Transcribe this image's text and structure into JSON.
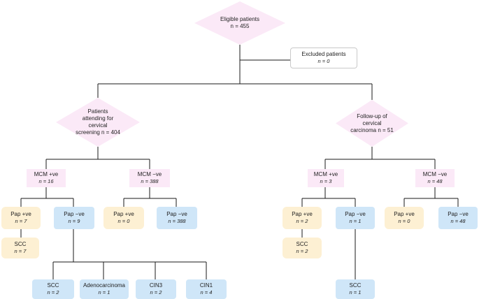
{
  "eligible": {
    "label": "Eligible patients",
    "n": "n = 455"
  },
  "excluded": {
    "label": "Excluded patients",
    "n": "n = 0"
  },
  "screening": {
    "line1": "Patients",
    "line2": "attending for",
    "line3": "cervical",
    "line4": "screening",
    "n": "n = 404"
  },
  "followup": {
    "line1": "Follow-up of",
    "line2": "cervical",
    "line3": "carcinoma",
    "n": "n = 51"
  },
  "left_mcm_pos": {
    "label": "MCM +ve",
    "n": "n = 16"
  },
  "left_mcm_neg": {
    "label": "MCM −ve",
    "n": "n = 388"
  },
  "right_mcm_pos": {
    "label": "MCM +ve",
    "n": "n = 3"
  },
  "right_mcm_neg": {
    "label": "MCM −ve",
    "n": "n = 48"
  },
  "l_pap_pos_1": {
    "label": "Pap +ve",
    "n": "n = 7"
  },
  "l_pap_neg_1": {
    "label": "Pap −ve",
    "n": "n = 9"
  },
  "l_pap_pos_2": {
    "label": "Pap +ve",
    "n": "n = 0"
  },
  "l_pap_neg_2": {
    "label": "Pap −ve",
    "n": "n = 388"
  },
  "r_pap_pos_1": {
    "label": "Pap +ve",
    "n": "n = 2"
  },
  "r_pap_neg_1": {
    "label": "Pap −ve",
    "n": "n = 1"
  },
  "r_pap_pos_2": {
    "label": "Pap +ve",
    "n": "n = 0"
  },
  "r_pap_neg_2": {
    "label": "Pap −ve",
    "n": "n = 48"
  },
  "l_scc_1": {
    "label": "SCC",
    "n": "n = 7"
  },
  "r_scc_1": {
    "label": "SCC",
    "n": "n = 2"
  },
  "l_out_scc": {
    "label": "SCC",
    "n": "n = 2"
  },
  "l_out_adeno": {
    "label": "Adenocarcinoma",
    "n": "n = 1"
  },
  "l_out_cin3": {
    "label": "CIN3",
    "n": "n = 2"
  },
  "l_out_cin1": {
    "label": "CIN1",
    "n": "n = 4"
  },
  "r_out_scc": {
    "label": "SCC",
    "n": "n = 1"
  }
}
